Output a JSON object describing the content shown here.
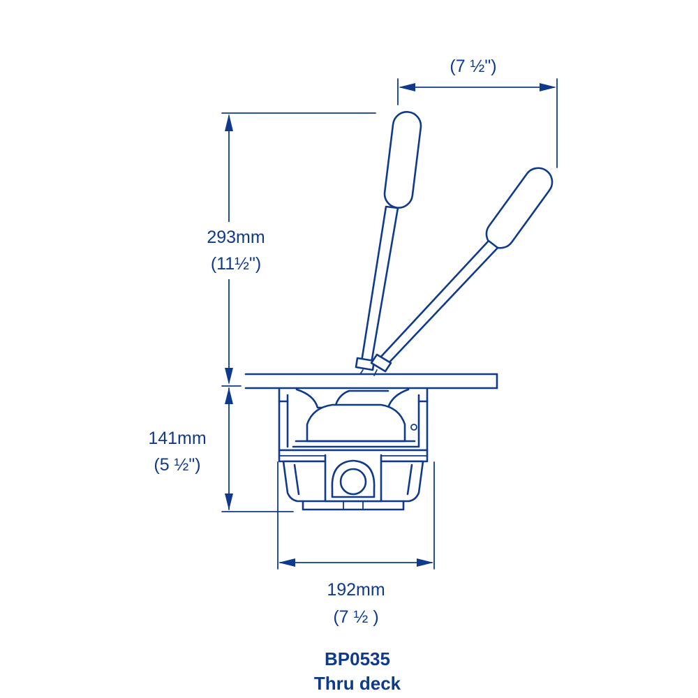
{
  "colors": {
    "line": "#0f3a8c",
    "background": "#ffffff"
  },
  "dimensions": {
    "top_width": {
      "imperial": "(7 ½\")"
    },
    "height_above_deck": {
      "metric": "293mm",
      "imperial": "(11½\")"
    },
    "height_below_deck": {
      "metric": "141mm",
      "imperial": "(5 ½\")"
    },
    "base_width": {
      "metric": "192mm",
      "imperial": "(7 ½ )"
    }
  },
  "caption": {
    "model": "BP0535",
    "mounting": "Thru deck"
  }
}
